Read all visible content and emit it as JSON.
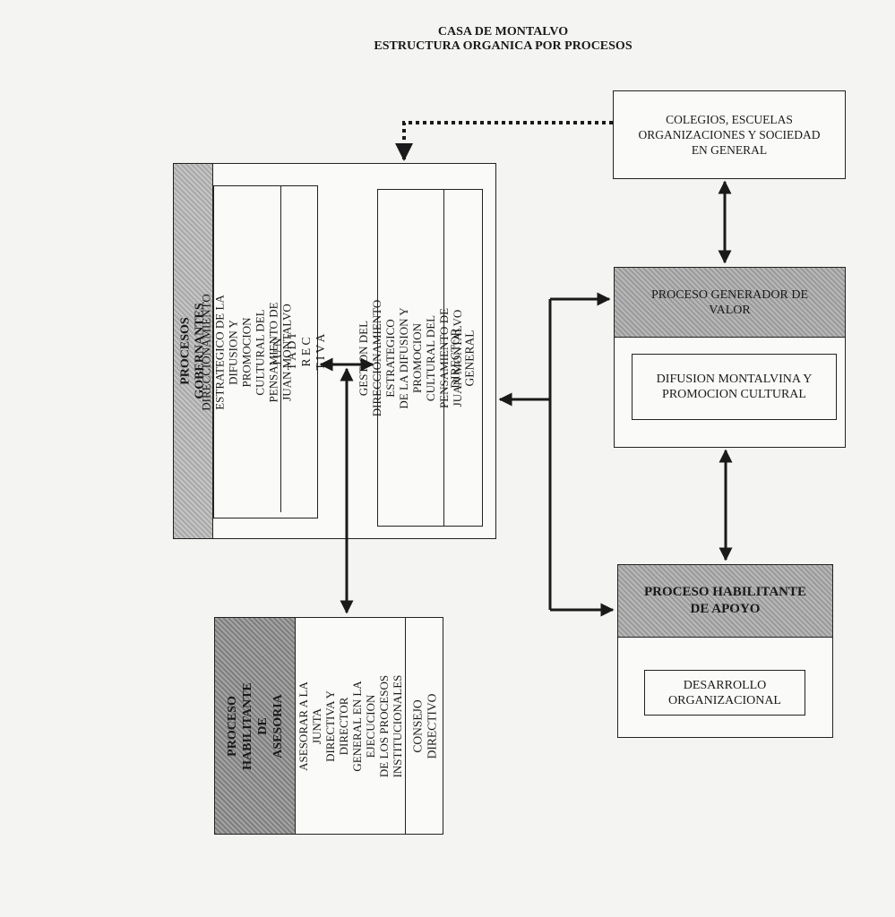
{
  "header": {
    "line1": "CASA DE MONTALVO",
    "line2": "ESTRUCTURA ORGANICA POR PROCESOS"
  },
  "external": {
    "text": "COLEGIOS, ESCUELAS\nORGANIZACIONES Y SOCIEDAD\nEN GENERAL"
  },
  "gobernantes": {
    "label": "PROCESOS GOBERNANTES",
    "junta_role": "DIRECCIONAMIENTO ESTRATEGICO DE LA\nDIFUSION Y PROMOCION CULTURAL DEL\nPENSAMIENTO DE JUAN MONTALVO",
    "junta_name": "J U N T A   D I R E C T I V A",
    "director_role": "GESTION DEL DIRECCIONAMIENTO ESTRATEGICO\nDE LA DIFUSION Y PROMOCION CULTURAL DEL\nPENSAMIENTO DE JUAN MONTALVO",
    "director_name": "DIRECTOR  GENERAL"
  },
  "generador": {
    "label": "PROCESO GENERADOR DE\nVALOR",
    "item": "DIFUSION  MONTALVINA Y\nPROMOCION CULTURAL"
  },
  "apoyo": {
    "label": "PROCESO HABILITANTE\nDE APOYO",
    "item": "DESARROLLO\nORGANIZACIONAL"
  },
  "asesoria": {
    "label": "PROCESO\nHABILITANTE DE\nASESORIA",
    "role": "ASESORAR A LA JUNTA\nDIRECTIVA Y DIRECTOR\nGENERAL EN LA EJECUCION\nDE LOS PROCESOS\nINSTITUCIONALES",
    "name": "CONSEJO DIRECTIVO"
  }
}
